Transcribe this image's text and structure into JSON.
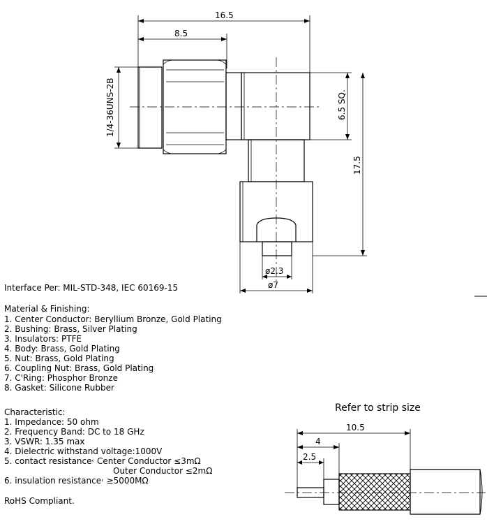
{
  "drawing": {
    "dimensions": {
      "overall_length": "16.5",
      "nut_length": "8.5",
      "thread": "1/4-36UNS-2B",
      "body_square": "6.5 SQ.",
      "height": "17.5",
      "pin_dia": "ø2.3",
      "shell_dia": "ø7"
    },
    "strip": {
      "title": "Refer to strip size",
      "dims": [
        "10.5",
        "4",
        "2.5"
      ]
    }
  },
  "interface": "Interface Per: MIL-STD-348, IEC 60169-15",
  "materials": {
    "heading": "Material & Finishing:",
    "items": [
      "1. Center Conductor: Beryllium Bronze, Gold Plating",
      "2. Bushing: Brass, Silver Plating",
      "3. Insulators: PTFE",
      "4. Body: Brass, Gold Plating",
      "5. Nut: Brass, Gold Plating",
      "6. Coupling Nut: Brass, Gold Plating",
      "7. C'Ring: Phosphor Bronze",
      "8. Gasket: Silicone Rubber"
    ]
  },
  "characteristics": {
    "heading": "Characteristic:",
    "items": [
      "1. Impedance: 50 ohm",
      "2. Frequency Band: DC to 18 GHz",
      "3. VSWR: 1.35 max",
      "4. Dielectric withstand voltage:1000V",
      "5. contact resistance˓ Center Conductor ≤3mΩ",
      "Outer Conductor ≤2mΩ",
      "6. insulation resistance˓ ≥5000MΩ"
    ]
  },
  "rohs": "RoHS Compliant."
}
